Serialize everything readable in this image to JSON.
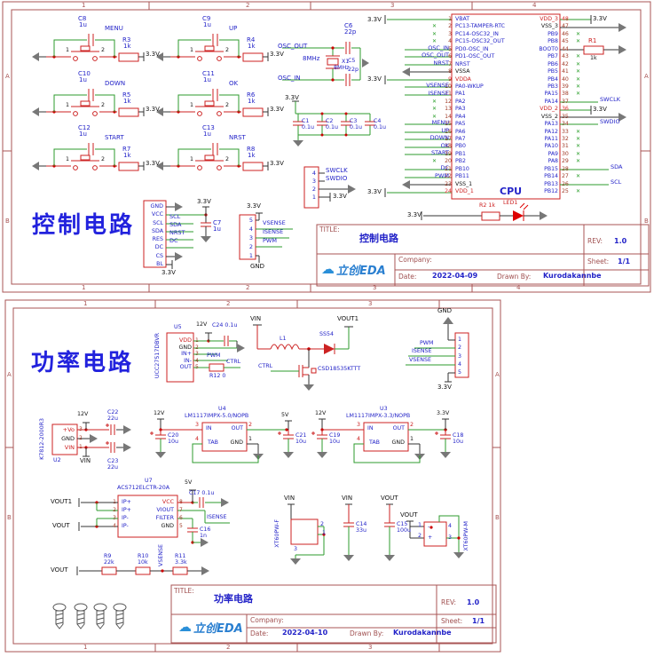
{
  "colors": {
    "wire_green": "#2e9b2e",
    "component_red": "#cc2222",
    "net_blue": "#2323c8",
    "frame_red": "#a85454",
    "power_red": "#cc2020"
  },
  "c": {
    "big_title": "控制电路",
    "frame": {
      "cols": [
        "1",
        "2",
        "3",
        "4"
      ],
      "rows": [
        "A",
        "B"
      ]
    },
    "buttons": [
      {
        "cap": "C8",
        "capv": "1u",
        "net": "MENU",
        "res": "R3",
        "resv": "1k",
        "p1": "1",
        "p2": "2",
        "v": "3.3V"
      },
      {
        "cap": "C9",
        "capv": "1u",
        "net": "UP",
        "res": "R4",
        "resv": "1k",
        "p1": "1",
        "p2": "2",
        "v": "3.3V"
      },
      {
        "cap": "C10",
        "capv": "1u",
        "net": "DOWN",
        "res": "R5",
        "resv": "1k",
        "p1": "1",
        "p2": "2",
        "v": "3.3V"
      },
      {
        "cap": "C11",
        "capv": "1u",
        "net": "OK",
        "res": "R6",
        "resv": "1k",
        "p1": "1",
        "p2": "2",
        "v": "3.3V"
      },
      {
        "cap": "C12",
        "capv": "1u",
        "net": "START",
        "res": "R7",
        "resv": "1k",
        "p1": "1",
        "p2": "2",
        "v": "3.3V"
      },
      {
        "cap": "C13",
        "capv": "1u",
        "net": "NRST",
        "res": "R8",
        "resv": "1k",
        "p1": "1",
        "p2": "2",
        "v": "3.3V"
      }
    ],
    "osc": {
      "out": "OSC_OUT",
      "in": "OSC_IN",
      "freq": "8MHz",
      "xref": "X1",
      "xval": "8MHz",
      "c6": "C6",
      "c6v": "22p",
      "c5": "C5",
      "c5v": "22p"
    },
    "dec": {
      "v": "3.3V",
      "caps": [
        {
          "rf": "C1",
          "vl": "0.1u"
        },
        {
          "rf": "C2",
          "vl": "0.1u"
        },
        {
          "rf": "C3",
          "vl": "0.1u"
        },
        {
          "rf": "C4",
          "vl": "0.1u"
        }
      ]
    },
    "swd": {
      "pins": [
        "4",
        "3",
        "2",
        "1"
      ],
      "n1": "SWCLK",
      "n2": "SWDIO",
      "v": "3.3V"
    },
    "lcd": {
      "pins": [
        "GND",
        "VCC",
        "SCL",
        "SDA",
        "RES",
        "DC",
        "CS",
        "BL"
      ],
      "nets": [
        "SCL",
        "SDA",
        "NRST",
        "DC"
      ],
      "cap": "C7",
      "capv": "1u",
      "v1": "3.3V",
      "v2": "3.3V"
    },
    "sense": {
      "pins": [
        "5",
        "4",
        "3",
        "2",
        "1"
      ],
      "nets": [
        "VSENSE",
        "ISENSE",
        "PWM"
      ],
      "v": "3.3V",
      "gnd": "GND"
    },
    "cpu": {
      "name": "CPU",
      "l": [
        {
          "n": "1",
          "t": "VBAT",
          "c": "b",
          "x": ""
        },
        {
          "n": "2",
          "t": "PC13-TAMPER-RTC",
          "c": "b",
          "x": "✕"
        },
        {
          "n": "3",
          "t": "PC14-OSC32_IN",
          "c": "b",
          "x": "✕"
        },
        {
          "n": "4",
          "t": "PC15-OSC32_OUT",
          "c": "b",
          "x": "✕"
        },
        {
          "n": "5",
          "t": "PD0-OSC_IN",
          "c": "b",
          "x": ""
        },
        {
          "n": "6",
          "t": "PD1-OSC_OUT",
          "c": "b",
          "x": ""
        },
        {
          "n": "7",
          "t": "NRST",
          "c": "b",
          "x": ""
        },
        {
          "n": "8",
          "t": "VSSA",
          "c": "k",
          "x": ""
        },
        {
          "n": "9",
          "t": "VDDA",
          "c": "r",
          "x": ""
        },
        {
          "n": "10",
          "t": "PA0-WKUP",
          "c": "b",
          "x": ""
        },
        {
          "n": "11",
          "t": "PA1",
          "c": "b",
          "x": ""
        },
        {
          "n": "12",
          "t": "PA2",
          "c": "b",
          "x": "✕"
        },
        {
          "n": "13",
          "t": "PA3",
          "c": "b",
          "x": "✕"
        },
        {
          "n": "14",
          "t": "PA4",
          "c": "b",
          "x": "✕"
        },
        {
          "n": "15",
          "t": "PA5",
          "c": "b",
          "x": ""
        },
        {
          "n": "16",
          "t": "PA6",
          "c": "b",
          "x": ""
        },
        {
          "n": "17",
          "t": "PA7",
          "c": "b",
          "x": ""
        },
        {
          "n": "18",
          "t": "PB0",
          "c": "b",
          "x": ""
        },
        {
          "n": "19",
          "t": "PB1",
          "c": "b",
          "x": ""
        },
        {
          "n": "20",
          "t": "PB2",
          "c": "b",
          "x": "✕"
        },
        {
          "n": "21",
          "t": "PB10",
          "c": "b",
          "x": ""
        },
        {
          "n": "22",
          "t": "PB11",
          "c": "b",
          "x": ""
        },
        {
          "n": "23",
          "t": "VSS_1",
          "c": "k",
          "x": ""
        },
        {
          "n": "24",
          "t": "VDD_1",
          "c": "r",
          "x": ""
        }
      ],
      "r": [
        {
          "n": "48",
          "t": "VDD_3",
          "c": "r",
          "x": ""
        },
        {
          "n": "47",
          "t": "VSS_3",
          "c": "k",
          "x": ""
        },
        {
          "n": "46",
          "t": "PB9",
          "c": "b",
          "x": "✕"
        },
        {
          "n": "45",
          "t": "PB8",
          "c": "b",
          "x": "✕"
        },
        {
          "n": "44",
          "t": "BOOT0",
          "c": "b",
          "x": ""
        },
        {
          "n": "43",
          "t": "PB7",
          "c": "b",
          "x": "✕"
        },
        {
          "n": "42",
          "t": "PB6",
          "c": "b",
          "x": "✕"
        },
        {
          "n": "41",
          "t": "PB5",
          "c": "b",
          "x": "✕"
        },
        {
          "n": "40",
          "t": "PB4",
          "c": "b",
          "x": "✕"
        },
        {
          "n": "39",
          "t": "PB3",
          "c": "b",
          "x": "✕"
        },
        {
          "n": "38",
          "t": "PA15",
          "c": "b",
          "x": "✕"
        },
        {
          "n": "37",
          "t": "PA14",
          "c": "b",
          "x": ""
        },
        {
          "n": "36",
          "t": "VDD_2",
          "c": "r",
          "x": ""
        },
        {
          "n": "35",
          "t": "VSS_2",
          "c": "k",
          "x": ""
        },
        {
          "n": "34",
          "t": "PA13",
          "c": "b",
          "x": ""
        },
        {
          "n": "33",
          "t": "PA12",
          "c": "b",
          "x": "✕"
        },
        {
          "n": "32",
          "t": "PA11",
          "c": "b",
          "x": "✕"
        },
        {
          "n": "31",
          "t": "PA10",
          "c": "b",
          "x": "✕"
        },
        {
          "n": "30",
          "t": "PA9",
          "c": "b",
          "x": "✕"
        },
        {
          "n": "29",
          "t": "PA8",
          "c": "b",
          "x": "✕"
        },
        {
          "n": "28",
          "t": "PB15",
          "c": "b",
          "x": ""
        },
        {
          "n": "27",
          "t": "PB14",
          "c": "b",
          "x": "✕"
        },
        {
          "n": "26",
          "t": "PB13",
          "c": "b",
          "x": ""
        },
        {
          "n": "25",
          "t": "PB12",
          "c": "b",
          "x": "✕"
        }
      ],
      "lnets": [
        "OSC_IN",
        "OSC_OUT",
        "NRST",
        "VSENSE",
        "ISENSE",
        "MENU",
        "UP",
        "DOWN",
        "OK",
        "START",
        "DC",
        "PWM"
      ],
      "rnets": [
        "SWCLK",
        "SWDIO",
        "SDA",
        "SCL"
      ],
      "v1": "3.3V",
      "v9": "3.3V",
      "v24": "3.3V",
      "v48": "3.3V",
      "v36": "3.3V",
      "r1": "R1",
      "r1v": "1k"
    },
    "led": {
      "v": "3.3V",
      "res": "R2  1k",
      "name": "LED1"
    },
    "tb": {
      "title_l": "TITLE:",
      "title": "控制电路",
      "rev_l": "REV:",
      "rev": "1.0",
      "company_l": "Company:",
      "sheet_l": "Sheet:",
      "sheet": "1/1",
      "date_l": "Date:",
      "date": "2022-04-09",
      "drawn_l": "Drawn By:",
      "drawn": "Kurodakannbe",
      "logo": "立创EDA"
    }
  },
  "p": {
    "big_title": "功率电路",
    "frame": {
      "cols": [
        "1",
        "2",
        "3"
      ],
      "rows": [
        "A",
        "B"
      ]
    },
    "u5": {
      "ref": "U5",
      "part": "UCC27517DBVR",
      "pins": [
        {
          "t": "VDD",
          "c": "r"
        },
        {
          "t": "GND",
          "c": "k"
        },
        {
          "t": "IN+",
          "c": "b"
        },
        {
          "t": "IN-",
          "c": "b"
        },
        {
          "t": "OUT",
          "c": "b"
        }
      ],
      "nums": [
        "1",
        "2",
        "3",
        "4",
        "5"
      ],
      "v": "12V",
      "cap": "C24  0.1u",
      "pwm": "PWM",
      "r12": "R12   0",
      "ctrl": "CTRL"
    },
    "buck": {
      "vin": "VIN",
      "vout": "VOUT1",
      "l": "L1",
      "d": "SS54",
      "q": "CSD18535KTTT",
      "ctrl": "CTRL"
    },
    "pconn": {
      "gnd": "GND",
      "pins": [
        "1",
        "2",
        "3",
        "4",
        "5"
      ],
      "nets": [
        "PWM",
        "ISENSE",
        "VSENSE"
      ],
      "v": "3.3V"
    },
    "u2": {
      "ref": "U2",
      "part": "K7812-2000R3",
      "pins": [
        {
          "t": "+Vo",
          "c": "r"
        },
        {
          "t": "GND",
          "c": "k"
        },
        {
          "t": "VIN",
          "c": "r"
        }
      ],
      "nums": [
        "3",
        "2",
        "1"
      ],
      "v": "12V",
      "vin": "VIN",
      "c22": "C22",
      "c22v": "22u",
      "c23": "C23",
      "c23v": "22u"
    },
    "u4": {
      "ref": "U4",
      "part": "LM1117IMPX-5.0/NOPB",
      "pin_in": "IN",
      "pin_out": "OUT",
      "pin_tab": "TAB",
      "pin_gnd": "GND",
      "n_in": "3",
      "n_out": "2",
      "n_tab": "4",
      "n_gnd": "1",
      "v": "12V",
      "vo": "5V",
      "ci": "C20",
      "civ": "10u",
      "co": "C21",
      "cov": "10u"
    },
    "u3": {
      "ref": "U3",
      "part": "LM1117IMPX-3.3/NOPB",
      "pin_in": "IN",
      "pin_out": "OUT",
      "pin_tab": "TAB",
      "pin_gnd": "GND",
      "n_in": "3",
      "n_out": "2",
      "n_tab": "4",
      "n_gnd": "1",
      "v": "12V",
      "vo": "3.3V",
      "ci": "C19",
      "civ": "10u",
      "co": "C18",
      "cov": "10u"
    },
    "u7": {
      "ref": "U7",
      "part": "ACS712ELCTR-20A",
      "lp": [
        "IP+",
        "IP+",
        "IP-",
        "IP-"
      ],
      "ln": [
        "1",
        "2",
        "3",
        "4"
      ],
      "rp": [
        {
          "t": "VCC",
          "c": "r"
        },
        {
          "t": "VIOUT",
          "c": "b"
        },
        {
          "t": "FILTER",
          "c": "b"
        },
        {
          "t": "GND",
          "c": "k"
        }
      ],
      "rn": [
        "8",
        "7",
        "6",
        "5"
      ],
      "vout1": "VOUT1",
      "vout": "VOUT",
      "v": "5V",
      "c17": "C17 0.1u",
      "isense": "ISENSE",
      "c16": "C16",
      "c16v": "1n"
    },
    "div": {
      "vout": "VOUT",
      "r9": "R9",
      "r9v": "22k",
      "r10": "R10",
      "r10v": "10k",
      "vs": "VSENSE",
      "r11": "R11",
      "r11v": "3.3k"
    },
    "io": {
      "xtf": "XT60PW-F",
      "vin1": "VIN",
      "f2": "2",
      "f1": "1",
      "f3": "3",
      "c14": "C14",
      "c14v": "33u",
      "vin2": "VIN",
      "c15": "C15",
      "c15v": "100u",
      "vout1": "VOUT",
      "vout2": "VOUT",
      "m1": "1",
      "mneg": "-",
      "m2": "2",
      "mpos": "+",
      "m4": "4",
      "m3": "3",
      "xtm": "XT60PW-M"
    },
    "tb": {
      "title_l": "TITLE:",
      "title": "功率电路",
      "rev_l": "REV:",
      "rev": "1.0",
      "company_l": "Company:",
      "sheet_l": "Sheet:",
      "sheet": "1/1",
      "date_l": "Date:",
      "date": "2022-04-10",
      "drawn_l": "Drawn By:",
      "drawn": "Kurodakannbe",
      "logo": "立创EDA"
    }
  }
}
